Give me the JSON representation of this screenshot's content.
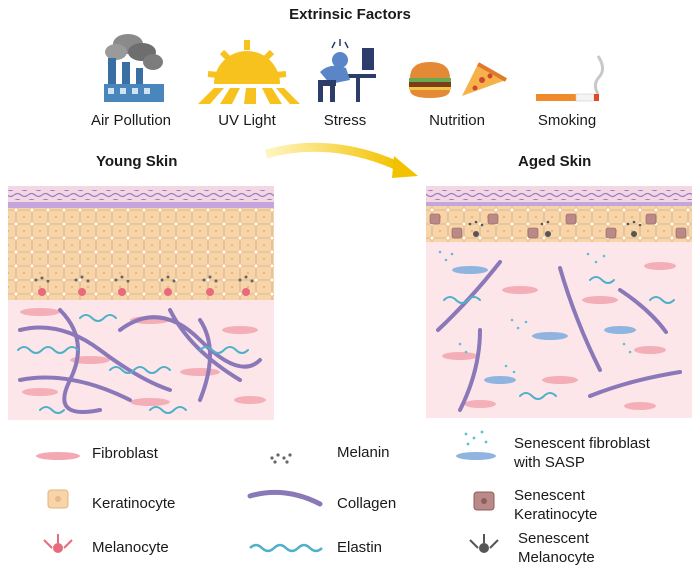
{
  "header": {
    "title": "Extrinsic Factors"
  },
  "factors": [
    {
      "label": "Air Pollution",
      "icon": "factory-smoke-icon"
    },
    {
      "label": "UV Light",
      "icon": "sun-icon"
    },
    {
      "label": "Stress",
      "icon": "stressed-person-icon"
    },
    {
      "label": "Nutrition",
      "icon": "burger-pizza-icon"
    },
    {
      "label": "Smoking",
      "icon": "cigarette-icon"
    }
  ],
  "panels": {
    "young": {
      "title": "Young Skin"
    },
    "aged": {
      "title": "Aged Skin"
    }
  },
  "legend": {
    "fibroblast": "Fibroblast",
    "keratinocyte": "Keratinocyte",
    "melanocyte": "Melanocyte",
    "melanin": "Melanin",
    "collagen": "Collagen",
    "elastin": "Elastin",
    "senescent_fibroblast_1": "Senescent fibroblast",
    "senescent_fibroblast_2": "with SASP",
    "senescent_keratinocyte_1": "Senescent",
    "senescent_keratinocyte_2": "Keratinocyte",
    "senescent_melanocyte_1": "Senescent",
    "senescent_melanocyte_2": "Melanocyte"
  },
  "colors": {
    "arrow": "#f2c200",
    "epidermis": "#f6d3a4",
    "stratum": "#b89ad0",
    "dermis": "#fbe7ea",
    "fibroblast": "#f3a9b2",
    "collagen": "#8a78b8",
    "elastin": "#4fb0c8",
    "senescent_keratinocyte": "#b98a88"
  }
}
